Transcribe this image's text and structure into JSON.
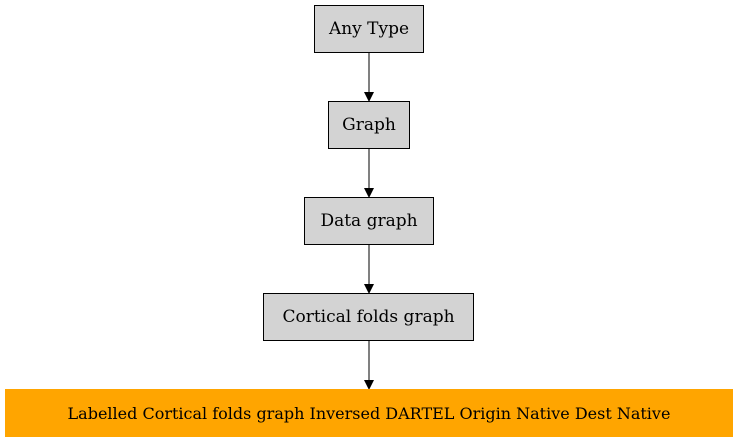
{
  "diagram": {
    "nodes": [
      {
        "id": "any-type",
        "label": "Any Type",
        "fill": "#d3d3d3"
      },
      {
        "id": "graph",
        "label": "Graph",
        "fill": "#d3d3d3"
      },
      {
        "id": "data-graph",
        "label": "Data graph",
        "fill": "#d3d3d3"
      },
      {
        "id": "cortical-folds-graph",
        "label": "Cortical folds graph",
        "fill": "#d3d3d3"
      },
      {
        "id": "labelled-cortical-folds-graph",
        "label": "Labelled Cortical folds graph Inversed DARTEL Origin Native Dest Native",
        "fill": "#ffa500"
      }
    ],
    "edges": [
      {
        "from": "any-type",
        "to": "graph"
      },
      {
        "from": "graph",
        "to": "data-graph"
      },
      {
        "from": "data-graph",
        "to": "cortical-folds-graph"
      },
      {
        "from": "cortical-folds-graph",
        "to": "labelled-cortical-folds-graph"
      }
    ],
    "colors": {
      "default_node": "#d3d3d3",
      "highlight_node": "#ffa500",
      "edge": "#000000"
    }
  }
}
